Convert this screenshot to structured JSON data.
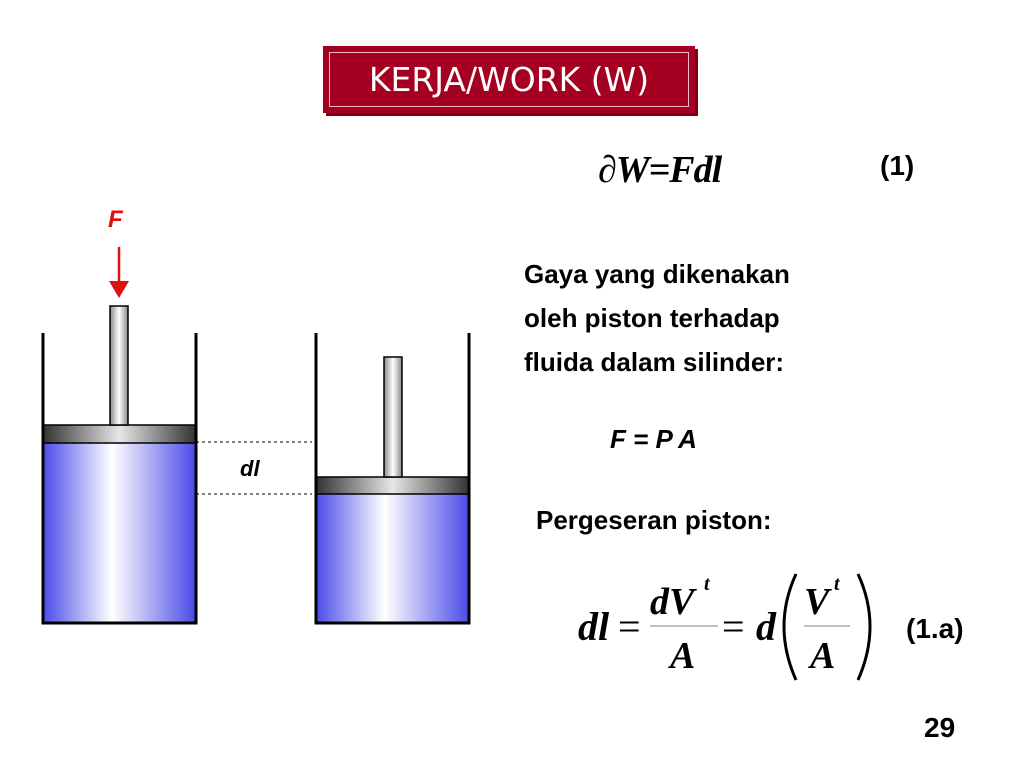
{
  "title": "KERJA/WORK (W)",
  "diagram": {
    "force_label": "F",
    "displacement_label": "dl",
    "colors": {
      "fluid": "#5050ee",
      "force_arrow": "#e01010",
      "piston": "#555555"
    }
  },
  "equation1": {
    "text": "∂W=Fdl",
    "number": "(1)"
  },
  "paragraph": [
    "Gaya yang dikenakan",
    "oleh piston terhadap",
    "fluida dalam silinder:"
  ],
  "force_eq": "F = P A",
  "displacement_heading": "Pergeseran piston:",
  "equation2": {
    "lhs": "dl",
    "eq": "=",
    "num1": "dV",
    "sup1": "t",
    "den1": "A",
    "eq2": "=",
    "d": "d",
    "num2": "V",
    "sup2": "t",
    "den2": "A",
    "number": "(1.a)"
  },
  "page_number": "29"
}
